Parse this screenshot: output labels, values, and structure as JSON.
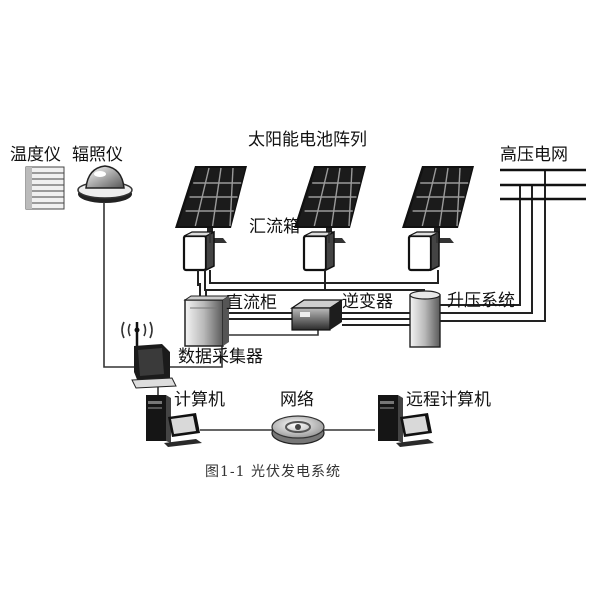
{
  "labels": {
    "thermometer": "温度仪",
    "irradiance_meter": "辐照仪",
    "solar_array": "太阳能电池阵列",
    "grid": "高压电网",
    "combiner_box": "汇流箱",
    "dc_cabinet": "直流柜",
    "inverter": "逆变器",
    "step_up": "升压系统",
    "data_collector": "数据采集器",
    "computer": "计算机",
    "network": "网络",
    "remote_computer": "远程计算机"
  },
  "caption": "图1-1   光伏发电系统"
}
